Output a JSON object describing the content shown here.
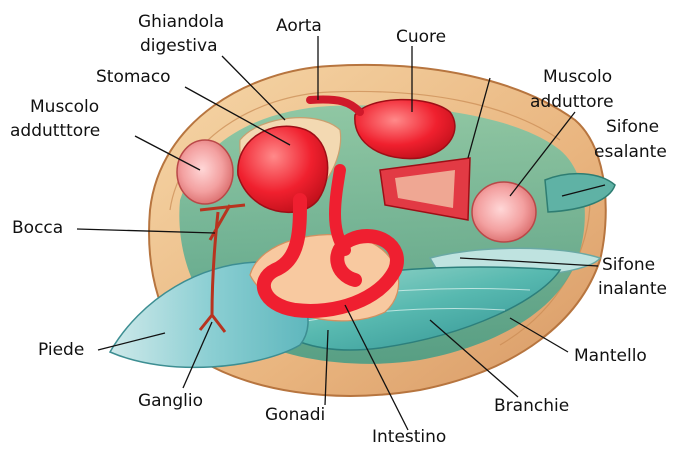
{
  "diagram": {
    "labels": {
      "ghiandola_l1": "Ghiandola",
      "ghiandola_l2": "digestiva",
      "aorta": "Aorta",
      "cuore": "Cuore",
      "stomaco": "Stomaco",
      "muscolo_ant_l1": "Muscolo",
      "muscolo_ant_l2": "addutttore",
      "muscolo_post_l1": "Muscolo",
      "muscolo_post_l2": "adduttore",
      "sifone_esalante_l1": "Sifone",
      "sifone_esalante_l2": "esalante",
      "bocca": "Bocca",
      "sifone_inalante_l1": "Sifone",
      "sifone_inalante_l2": "inalante",
      "piede": "Piede",
      "mantello": "Mantello",
      "ganglio": "Ganglio",
      "gonadi": "Gonadi",
      "branchie": "Branchie",
      "intestino": "Intestino"
    }
  }
}
